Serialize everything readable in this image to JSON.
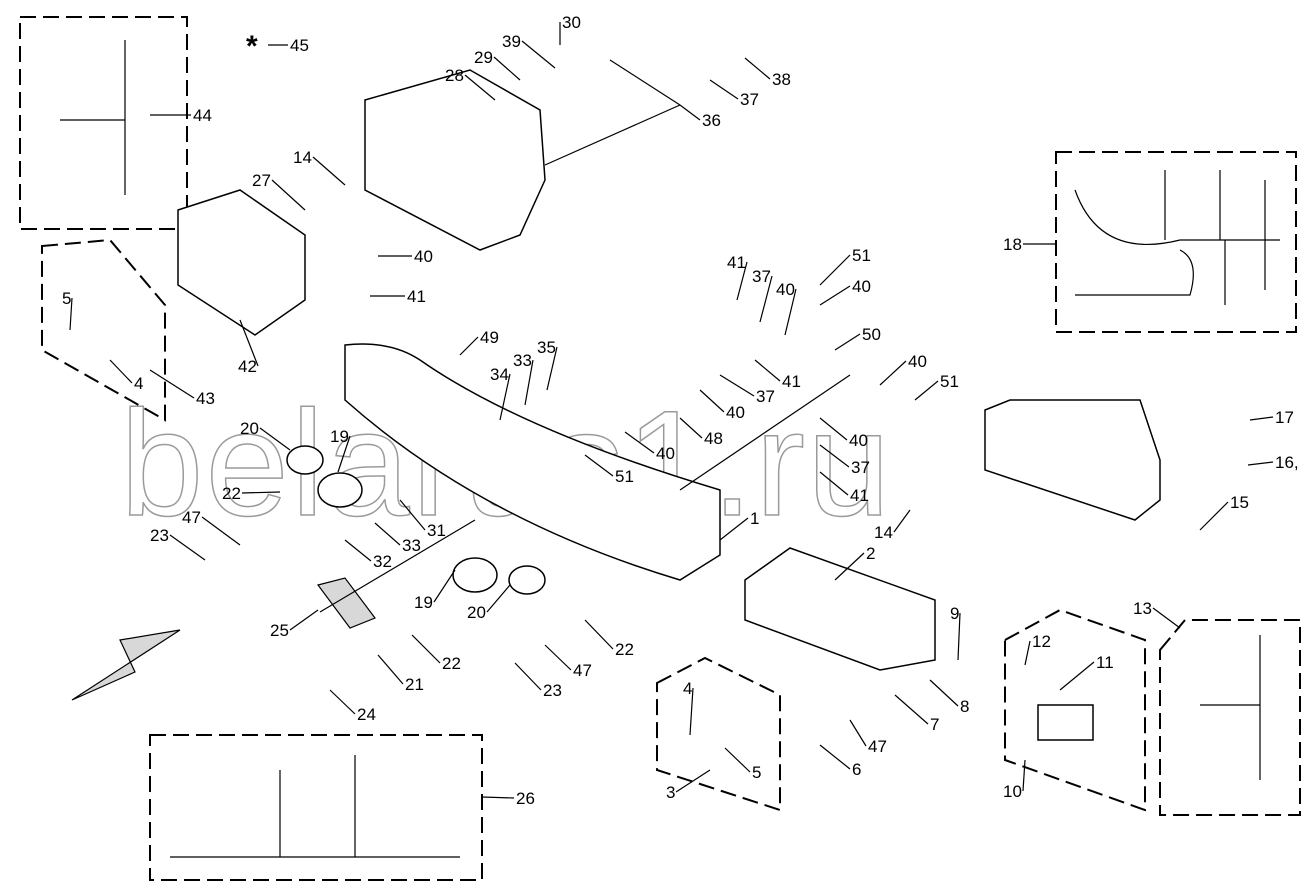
{
  "diagram": {
    "watermark": "belarus1.ru",
    "asterisk": "*",
    "callouts": [
      "45",
      "44",
      "30",
      "39",
      "29",
      "28",
      "36",
      "37",
      "38",
      "14",
      "27",
      "40",
      "41",
      "42",
      "5",
      "4",
      "43",
      "18",
      "41",
      "37",
      "40",
      "51",
      "40",
      "49",
      "50",
      "35",
      "33",
      "34",
      "41",
      "37",
      "40",
      "48",
      "40",
      "51",
      "40",
      "51",
      "40",
      "37",
      "41",
      "17",
      "16,",
      "20",
      "19",
      "22",
      "47",
      "23",
      "31",
      "33",
      "32",
      "1",
      "14",
      "15",
      "2",
      "25",
      "19",
      "20",
      "22",
      "21",
      "24",
      "22",
      "47",
      "23",
      "9",
      "12",
      "11",
      "8",
      "7",
      "47",
      "6",
      "4",
      "5",
      "3",
      "10",
      "13",
      "26"
    ]
  }
}
